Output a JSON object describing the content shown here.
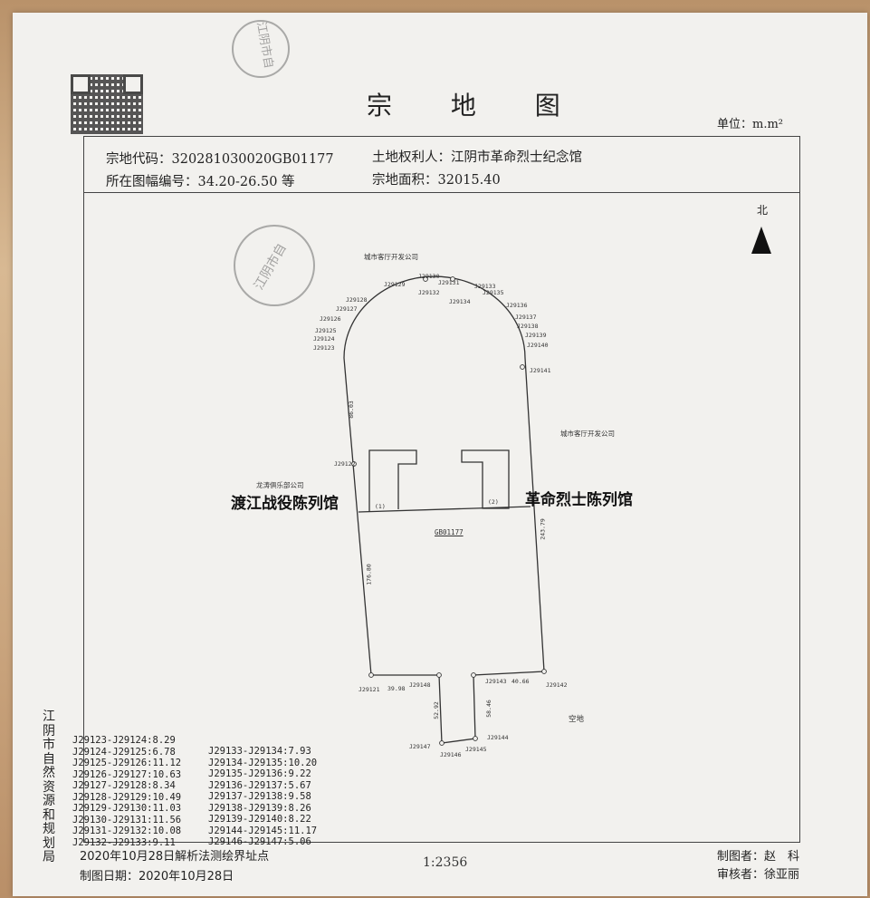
{
  "document": {
    "title": "宗 地 图",
    "unit": "单位：m.m²",
    "parcel_code_label": "宗地代码：",
    "parcel_code": "320281030020GB01177",
    "owner_label": "土地权利人：",
    "owner": "江阴市革命烈士纪念馆",
    "map_sheet_label": "所在图幅编号：",
    "map_sheet": "34.20-26.50 等",
    "area_label": "宗地面积：",
    "area": "32015.40",
    "north": "北",
    "authority_vertical": [
      "江",
      "阴",
      "市",
      "自",
      "然",
      "资",
      "源",
      "和",
      "规",
      "划",
      "局"
    ],
    "footer_left_1": "2020年10月28日解析法测绘界址点",
    "footer_left_2": "制图日期：2020年10月28日",
    "scale": "1:2356",
    "drafter": "制图者：赵　科",
    "reviewer": "审核者：徐亚丽"
  },
  "stamps": {
    "top_stamp": "江阴市自",
    "mid_stamp": "江阴市自"
  },
  "map": {
    "neighbor_north": "城市客厅开发公司",
    "neighbor_east": "城市客厅开发公司",
    "neighbor_west": "龙涛俱乐部公司",
    "neighbor_south": "空地",
    "hall_left": "渡江战役陈列馆",
    "hall_right": "革命烈士陈列馆",
    "parcel_id": "GB01177",
    "bldg1": "(1)",
    "bldg2": "(2)",
    "dim_west_upper": "86.03",
    "dim_west_lower": "176.80",
    "dim_east": "243.79",
    "dim_south_left": "39.98",
    "dim_south_right": "40.66",
    "dim_stem_left": "52.92",
    "dim_stem_right": "58.46",
    "points": {
      "J29121": "J29121",
      "J29122": "J29122",
      "J29123": "J29123",
      "J29124": "J29124",
      "J29125": "J29125",
      "J29126": "J29126",
      "J29127": "J29127",
      "J29128": "J29128",
      "J29129": "J29129",
      "J29130": "J29130",
      "J29131": "J29131",
      "J29132": "J29132",
      "J29133": "J29133",
      "J29134": "J29134",
      "J29135": "J29135",
      "J29136": "J29136",
      "J29137": "J29137",
      "J29138": "J29138",
      "J29139": "J29139",
      "J29140": "J29140",
      "J29141": "J29141",
      "J29142": "J29142",
      "J29143": "J29143",
      "J29144": "J29144",
      "J29145": "J29145",
      "J29146": "J29146",
      "J29147": "J29147",
      "J29148": "J29148"
    }
  },
  "distances_col1": [
    "J29123-J29124:8.29",
    "J29124-J29125:6.78",
    "J29125-J29126:11.12",
    "J29126-J29127:10.63",
    "J29127-J29128:8.34",
    "J29128-J29129:10.49",
    "J29129-J29130:11.03",
    "J29130-J29131:11.56",
    "J29131-J29132:10.08",
    "J29132-J29133:9.11"
  ],
  "distances_col2": [
    "J29133-J29134:7.93",
    "J29134-J29135:10.20",
    "J29135-J29136:9.22",
    "J29136-J29137:5.67",
    "J29137-J29138:9.58",
    "J29138-J29139:8.26",
    "J29139-J29140:8.22",
    "J29144-J29145:11.17",
    "J29146-J29147:5.06"
  ]
}
